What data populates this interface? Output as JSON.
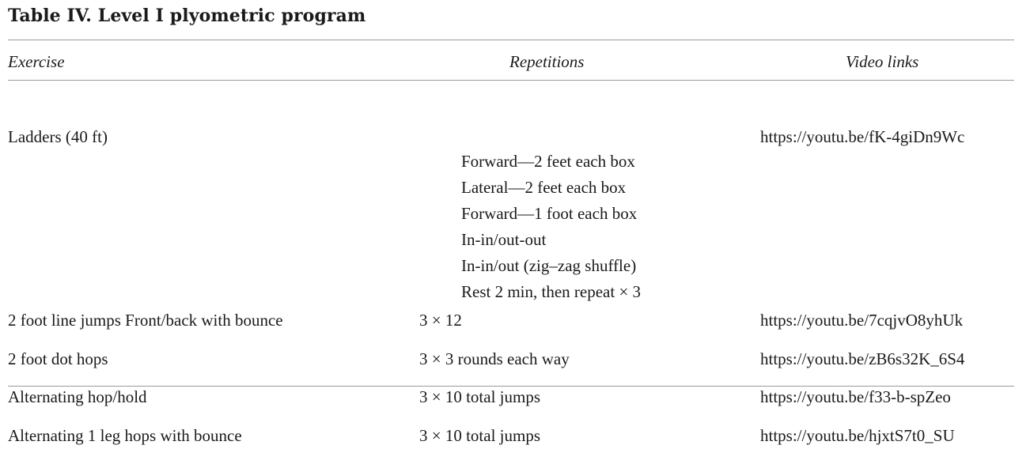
{
  "caption": "Table IV. Level I plyometric program",
  "columns": [
    "Exercise",
    "Repetitions",
    "Video links"
  ],
  "rows": [
    {
      "exercise": "Ladders (40 ft)",
      "repetitions": [
        "Forward—2 feet each box",
        "Lateral—2 feet each box",
        "Forward—1 foot each box",
        "In-in/out-out",
        "In-in/out (zig–zag shuffle)",
        "Rest 2 min, then repeat × 3"
      ],
      "video": "https://youtu.be/fK-4giDn9Wc"
    },
    {
      "exercise": "2 foot line jumps Front/back with bounce",
      "repetitions": "3 × 12",
      "video": "https://youtu.be/7cqjvO8yhUk"
    },
    {
      "exercise": "2 foot dot hops",
      "repetitions": "3 × 3 rounds each way",
      "video": "https://youtu.be/zB6s32K_6S4"
    },
    {
      "exercise": "Alternating hop/hold",
      "repetitions": "3 × 10 total jumps",
      "video": "https://youtu.be/f33-b-spZeo"
    },
    {
      "exercise": "Alternating 1 leg hops with bounce",
      "repetitions": "3 × 10 total jumps",
      "video": "https://youtu.be/hjxtS7t0_SU"
    }
  ]
}
